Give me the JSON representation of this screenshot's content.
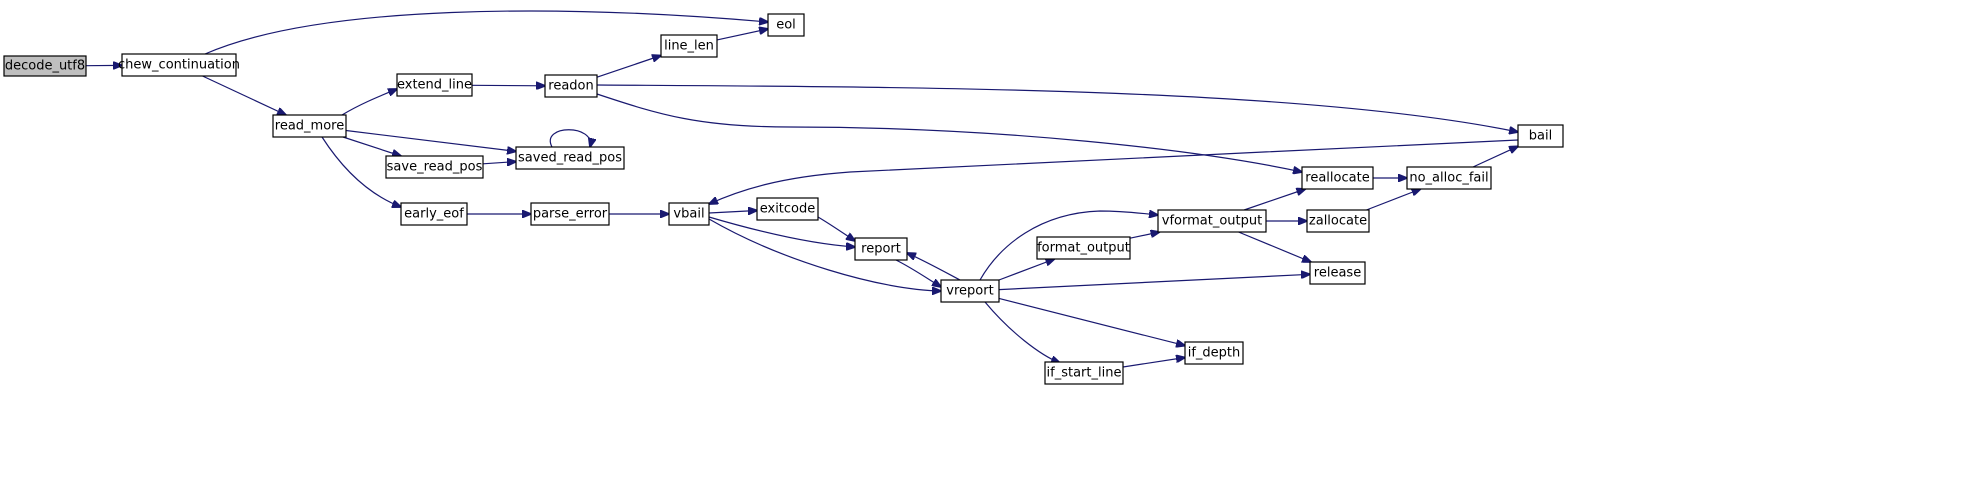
{
  "colors": {
    "edge": "#191970",
    "root_fill": "#bfbfbf",
    "node_fill": "#ffffff",
    "node_stroke": "#000000"
  },
  "root": "decode_utf8",
  "nodes": [
    {
      "id": "decode_utf8",
      "label": "decode_utf8"
    },
    {
      "id": "chew_continuation",
      "label": "chew_continuation"
    },
    {
      "id": "eol",
      "label": "eol"
    },
    {
      "id": "line_len",
      "label": "line_len"
    },
    {
      "id": "extend_line",
      "label": "extend_line"
    },
    {
      "id": "readon",
      "label": "readon"
    },
    {
      "id": "read_more",
      "label": "read_more"
    },
    {
      "id": "save_read_pos",
      "label": "save_read_pos"
    },
    {
      "id": "saved_read_pos",
      "label": "saved_read_pos"
    },
    {
      "id": "early_eof",
      "label": "early_eof"
    },
    {
      "id": "parse_error",
      "label": "parse_error"
    },
    {
      "id": "vbail",
      "label": "vbail"
    },
    {
      "id": "exitcode",
      "label": "exitcode"
    },
    {
      "id": "report",
      "label": "report"
    },
    {
      "id": "vreport",
      "label": "vreport"
    },
    {
      "id": "format_output",
      "label": "format_output"
    },
    {
      "id": "vformat_output",
      "label": "vformat_output"
    },
    {
      "id": "reallocate",
      "label": "reallocate"
    },
    {
      "id": "zallocate",
      "label": "zallocate"
    },
    {
      "id": "release",
      "label": "release"
    },
    {
      "id": "no_alloc_fail",
      "label": "no_alloc_fail"
    },
    {
      "id": "bail",
      "label": "bail"
    },
    {
      "id": "if_start_line",
      "label": "if_start_line"
    },
    {
      "id": "if_depth",
      "label": "if_depth"
    }
  ],
  "edges": [
    {
      "from": "decode_utf8",
      "to": "chew_continuation"
    },
    {
      "from": "chew_continuation",
      "to": "eol"
    },
    {
      "from": "chew_continuation",
      "to": "read_more"
    },
    {
      "from": "read_more",
      "to": "extend_line"
    },
    {
      "from": "read_more",
      "to": "saved_read_pos"
    },
    {
      "from": "read_more",
      "to": "save_read_pos"
    },
    {
      "from": "read_more",
      "to": "early_eof"
    },
    {
      "from": "extend_line",
      "to": "readon"
    },
    {
      "from": "readon",
      "to": "line_len"
    },
    {
      "from": "line_len",
      "to": "eol"
    },
    {
      "from": "readon",
      "to": "bail"
    },
    {
      "from": "readon",
      "to": "reallocate"
    },
    {
      "from": "save_read_pos",
      "to": "saved_read_pos"
    },
    {
      "from": "saved_read_pos",
      "to": "saved_read_pos"
    },
    {
      "from": "early_eof",
      "to": "parse_error"
    },
    {
      "from": "parse_error",
      "to": "vbail"
    },
    {
      "from": "bail",
      "to": "vbail"
    },
    {
      "from": "vbail",
      "to": "exitcode"
    },
    {
      "from": "vbail",
      "to": "report"
    },
    {
      "from": "vbail",
      "to": "vreport"
    },
    {
      "from": "exitcode",
      "to": "report"
    },
    {
      "from": "report",
      "to": "vreport"
    },
    {
      "from": "vreport",
      "to": "report"
    },
    {
      "from": "vreport",
      "to": "format_output"
    },
    {
      "from": "vreport",
      "to": "vformat_output"
    },
    {
      "from": "vreport",
      "to": "release"
    },
    {
      "from": "vreport",
      "to": "if_start_line"
    },
    {
      "from": "vreport",
      "to": "if_depth"
    },
    {
      "from": "format_output",
      "to": "vformat_output"
    },
    {
      "from": "vformat_output",
      "to": "reallocate"
    },
    {
      "from": "vformat_output",
      "to": "zallocate"
    },
    {
      "from": "vformat_output",
      "to": "release"
    },
    {
      "from": "reallocate",
      "to": "no_alloc_fail"
    },
    {
      "from": "zallocate",
      "to": "no_alloc_fail"
    },
    {
      "from": "no_alloc_fail",
      "to": "bail"
    },
    {
      "from": "if_start_line",
      "to": "if_depth"
    }
  ]
}
